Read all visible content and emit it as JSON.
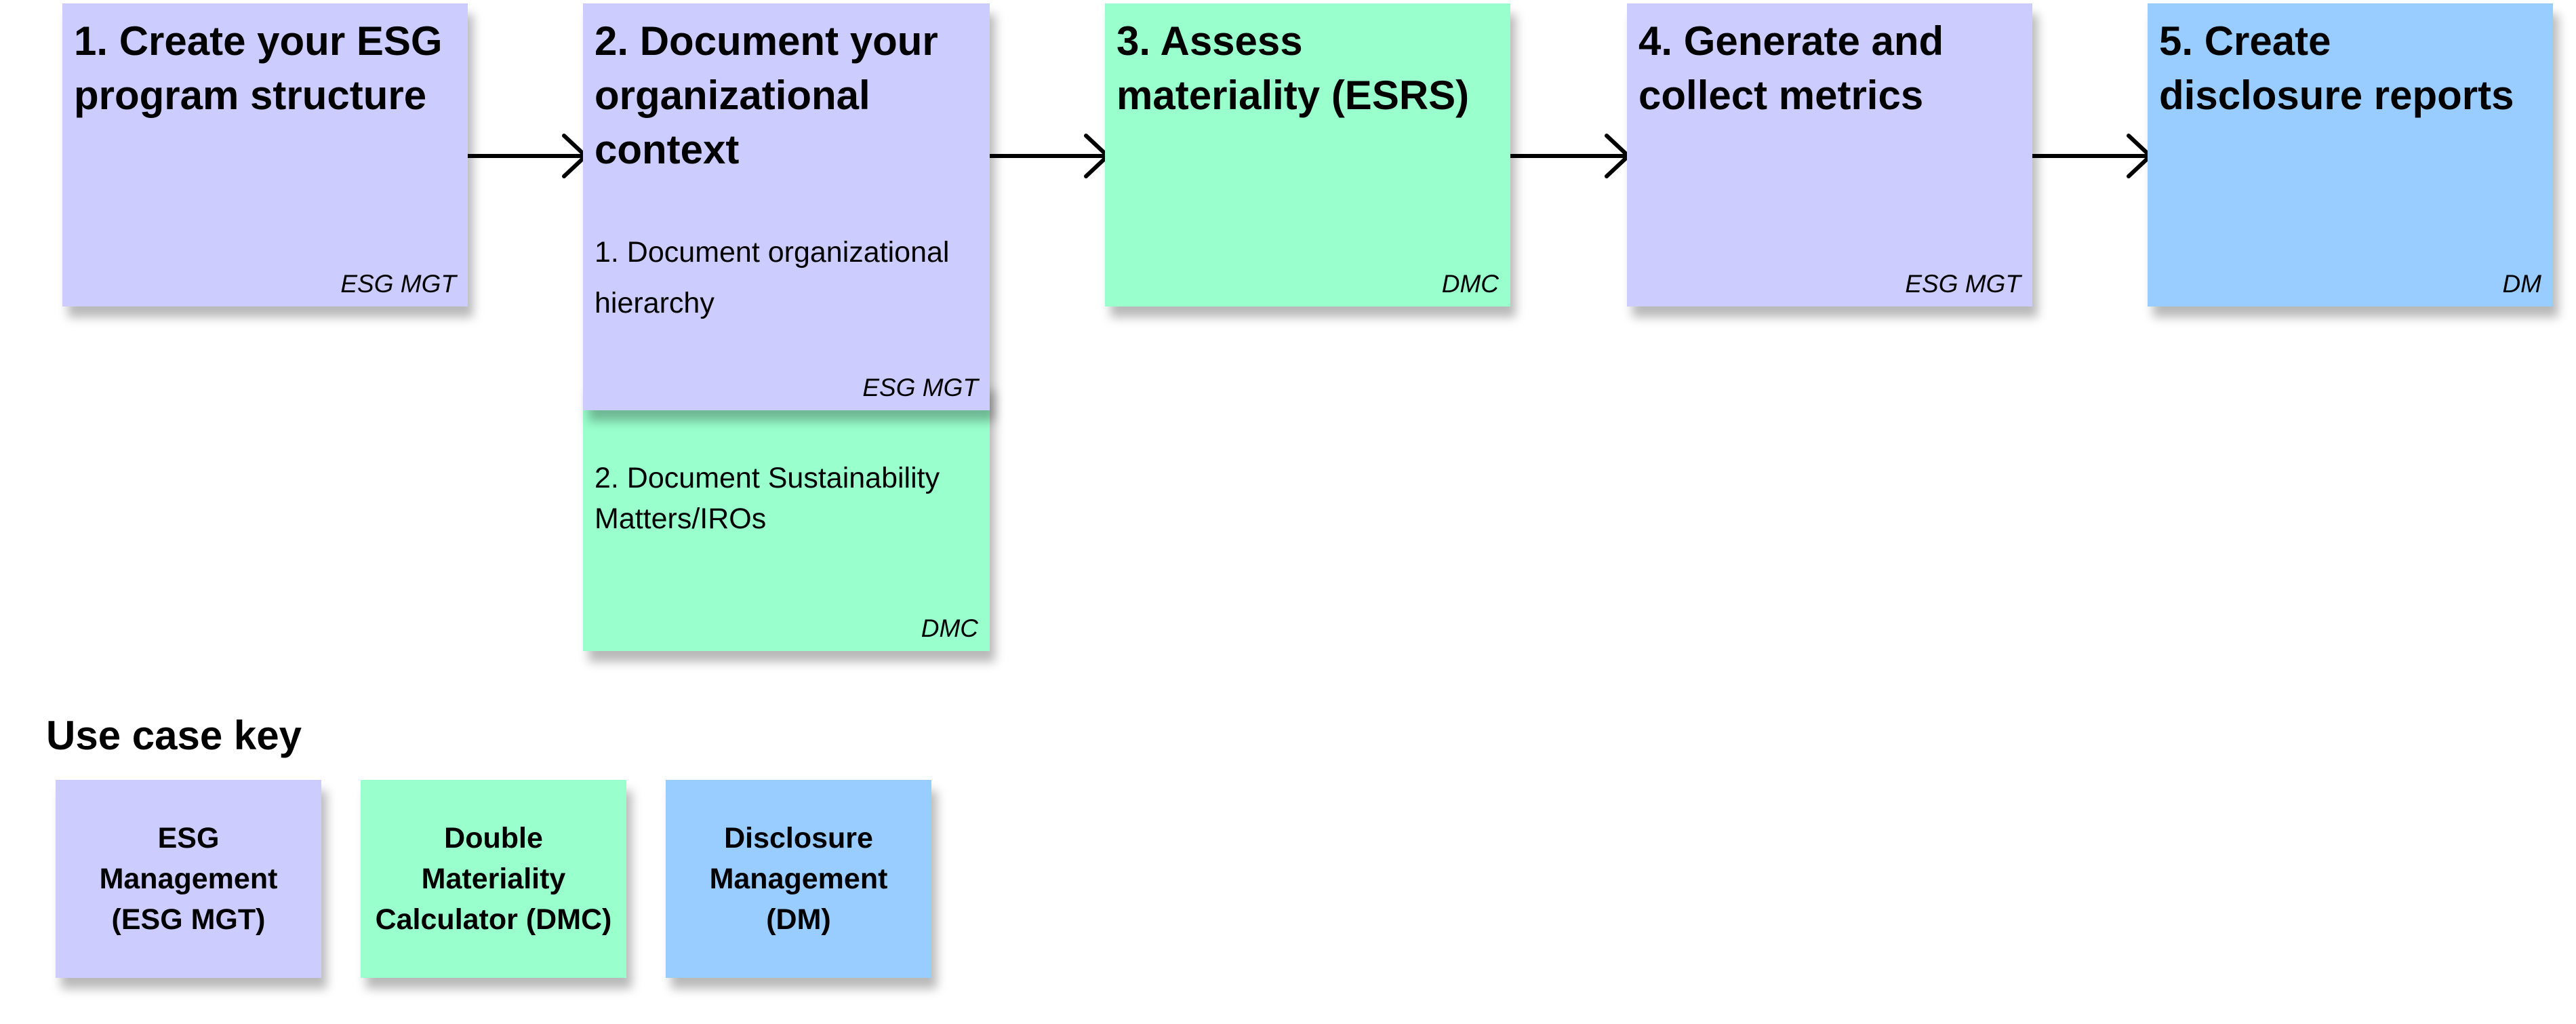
{
  "steps": [
    {
      "title": "1. Create your ESG program structure",
      "tag": "ESG MGT"
    },
    {
      "title": "2. Document your organizational context",
      "tag": "ESG MGT",
      "sub1": {
        "text": "1. Document organizational hierarchy",
        "tag": "ESG MGT"
      },
      "sub2": {
        "text": "2. Document Sustainability Matters/IROs",
        "tag": "DMC"
      }
    },
    {
      "title": "3. Assess materiality (ESRS)",
      "tag": "DMC"
    },
    {
      "title": "4. Generate and collect metrics",
      "tag": "ESG MGT"
    },
    {
      "title": "5. Create disclosure reports",
      "tag": "DM"
    }
  ],
  "key": {
    "title": "Use case key",
    "items": [
      {
        "label": "ESG Management (ESG MGT)"
      },
      {
        "label": "Double Materiality Calculator (DMC)"
      },
      {
        "label": "Disclosure Management (DM)"
      }
    ]
  },
  "colors": {
    "esg_mgt": "#ccccfe",
    "dmc": "#99ffcc",
    "dm": "#99ccff"
  }
}
